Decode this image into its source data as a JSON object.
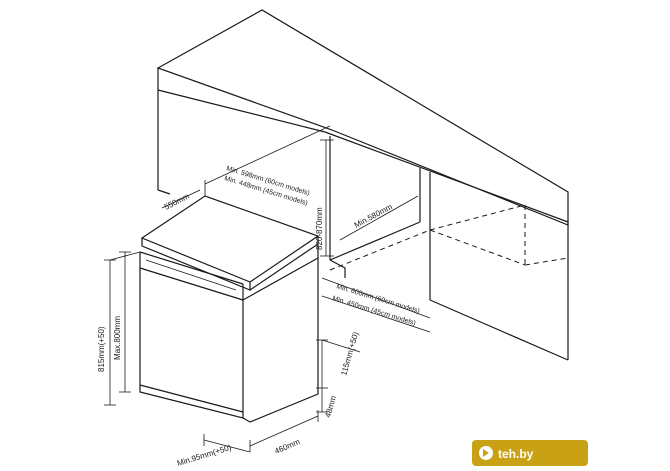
{
  "dimensions": {
    "min_598": "Min. 598mm (60cm models)",
    "min_448": "Min. 448mm (45cm models)",
    "depth_550": "550mm",
    "niche_height": "820-870mm",
    "niche_depth": "Min.580mm",
    "min_600": "Min. 600mm (60cm models)",
    "min_450": "Min. 450mm (45cm models)",
    "height_815": "815mm(+50)",
    "max_800": "Max.800mm",
    "plinth_115": "115mm(+50)",
    "plinth_48": "48mm",
    "depth_460": "460mm",
    "foot_95": "Min.95mm(+50)"
  },
  "watermark": {
    "text": "teh.by",
    "color": "#c8a214"
  }
}
